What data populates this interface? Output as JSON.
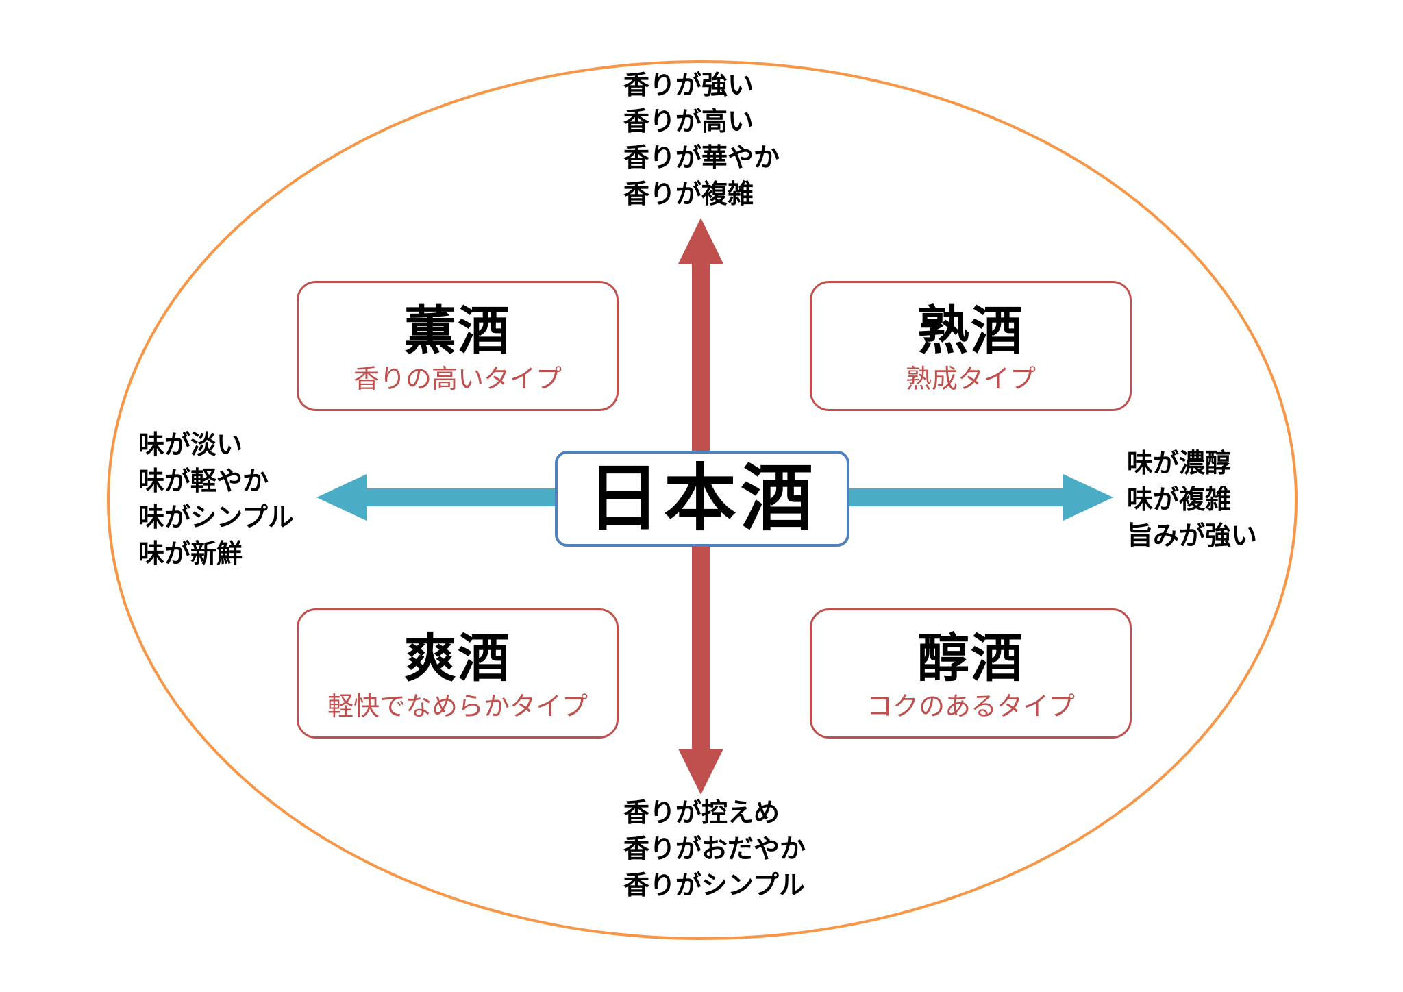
{
  "colors": {
    "ellipse_border": "#f79646",
    "vertical_arrow": "#c0504d",
    "horizontal_arrow": "#4bacc6",
    "type_box_border": "#c0504d",
    "type_desc_text": "#c0504d",
    "center_box_border": "#4f81bd"
  },
  "center": {
    "title": "日本酒"
  },
  "axis": {
    "top": [
      "香りが強い",
      "香りが高い",
      "香りが華やか",
      "香りが複雑"
    ],
    "bottom": [
      "香りが控えめ",
      "香りがおだやか",
      "香りがシンプル"
    ],
    "left": [
      "味が淡い",
      "味が軽やか",
      "味がシンプル",
      "味が新鮮"
    ],
    "right": [
      "味が濃醇",
      "味が複雑",
      "旨みが強い"
    ]
  },
  "types": {
    "top_left": {
      "name": "薫酒",
      "desc": "香りの高いタイプ"
    },
    "top_right": {
      "name": "熟酒",
      "desc": "熟成タイプ"
    },
    "bottom_left": {
      "name": "爽酒",
      "desc": "軽快でなめらかタイプ"
    },
    "bottom_right": {
      "name": "醇酒",
      "desc": "コクのあるタイプ"
    }
  }
}
